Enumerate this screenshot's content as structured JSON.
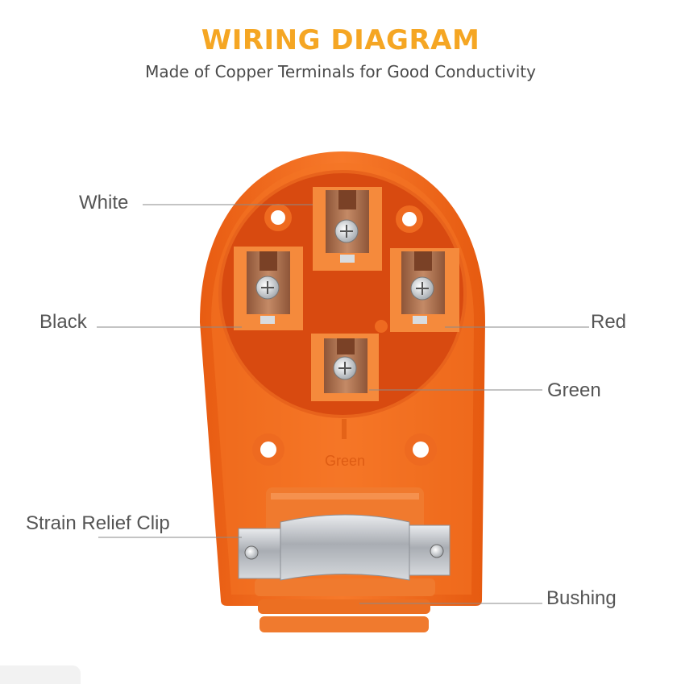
{
  "header": {
    "title": "WIRING DIAGRAM",
    "subtitle": "Made of Copper Terminals for Good Conductivity"
  },
  "labels": {
    "white": "White",
    "black": "Black",
    "red": "Red",
    "green": "Green",
    "strain_relief_clip": "Strain Relief Clip",
    "bushing": "Bushing"
  },
  "embossed_text": "Green",
  "colors": {
    "title": "#f5a623",
    "plug_body": "#f26a1b",
    "plug_well": "#d9480f",
    "copper": "#b5734f",
    "steel": "#b8bcc2"
  }
}
